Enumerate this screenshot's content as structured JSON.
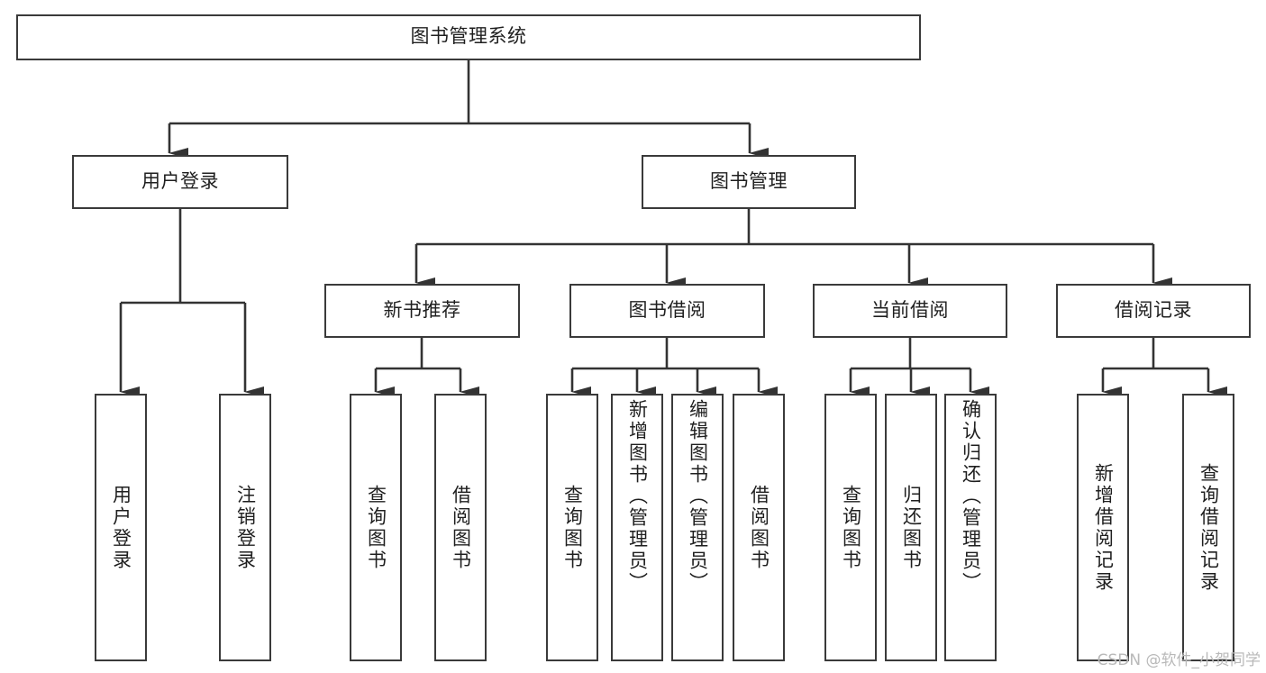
{
  "diagram": {
    "title": "图书管理系统",
    "type": "tree",
    "watermark": "CSDN @软件_小贺同学",
    "colors": {
      "box_border": "#3a3a3a",
      "box_fill": "#ffffff",
      "edge": "#333333",
      "text": "#1f1f1f",
      "watermark": "#b9b9b9"
    },
    "root": {
      "label": "图书管理系统"
    },
    "level1": [
      {
        "label": "用户登录"
      },
      {
        "label": "图书管理"
      }
    ],
    "level2": [
      {
        "label": "新书推荐"
      },
      {
        "label": "图书借阅"
      },
      {
        "label": "当前借阅"
      },
      {
        "label": "借阅记录"
      }
    ],
    "leaves": {
      "user_login": [
        {
          "label": "用户登录"
        },
        {
          "label": "注销登录"
        }
      ],
      "new_book_recommend": [
        {
          "label": "查询图书"
        },
        {
          "label": "借阅图书"
        }
      ],
      "book_borrow": [
        {
          "label": "查询图书"
        },
        {
          "label": "新增图书（管理员）"
        },
        {
          "label": "编辑图书（管理员）"
        },
        {
          "label": "借阅图书"
        }
      ],
      "current_borrow": [
        {
          "label": "查询图书"
        },
        {
          "label": "归还图书"
        },
        {
          "label": "确认归还（管理员）"
        }
      ],
      "borrow_record": [
        {
          "label": "新增借阅记录"
        },
        {
          "label": "查询借阅记录"
        }
      ]
    }
  }
}
